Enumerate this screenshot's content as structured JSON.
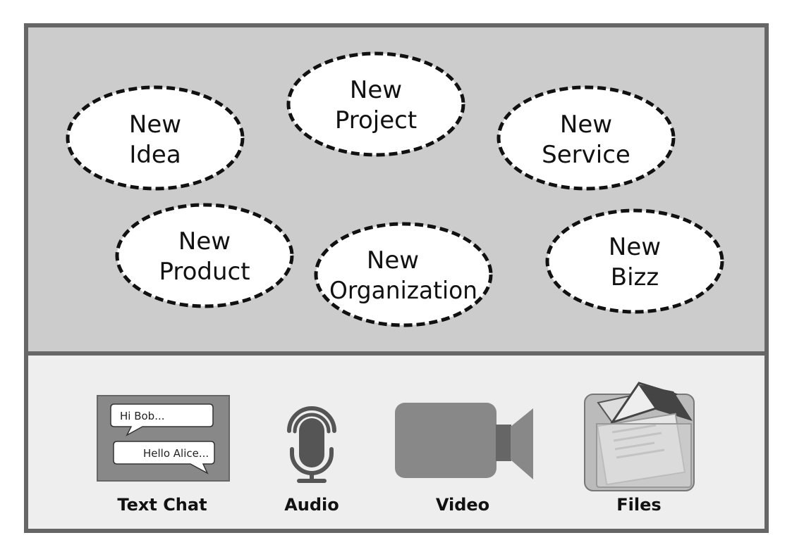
{
  "colors": {
    "top_panel": "#cccccc",
    "bottom_panel": "#eeeeee",
    "border": "#666666",
    "icon_gray": "#888888",
    "icon_dark": "#555555"
  },
  "ideas": [
    {
      "line1": "New",
      "line2": "Idea"
    },
    {
      "line1": "New",
      "line2": "Project"
    },
    {
      "line1": "New",
      "line2": "Service"
    },
    {
      "line1": "New",
      "line2": "Product"
    },
    {
      "line1": "New",
      "line2": "Organization"
    },
    {
      "line1": "New",
      "line2": "Bizz"
    }
  ],
  "tools": {
    "text_chat": {
      "label": "Text Chat",
      "icon": "chat-bubbles-icon",
      "message_1": "Hi Bob...",
      "message_2": "Hello Alice..."
    },
    "audio": {
      "label": "Audio",
      "icon": "microphone-icon"
    },
    "video": {
      "label": "Video",
      "icon": "video-camera-icon"
    },
    "files": {
      "label": "Files",
      "icon": "folder-files-icon"
    }
  }
}
